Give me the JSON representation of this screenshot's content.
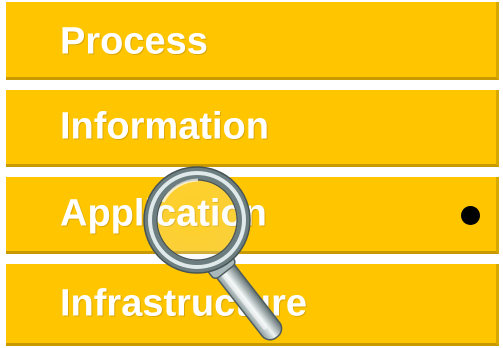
{
  "layers": [
    {
      "label": "Process"
    },
    {
      "label": "Information"
    },
    {
      "label": "Application"
    },
    {
      "label": "Infrastructure"
    }
  ],
  "colors": {
    "band": "#FFC600",
    "band_shadow": "#C99A00",
    "text": "#FFFFFF",
    "bullet": "#000000"
  },
  "icons": {
    "magnifier": "magnifying-glass-icon",
    "marker": "bullet-dot-icon"
  }
}
